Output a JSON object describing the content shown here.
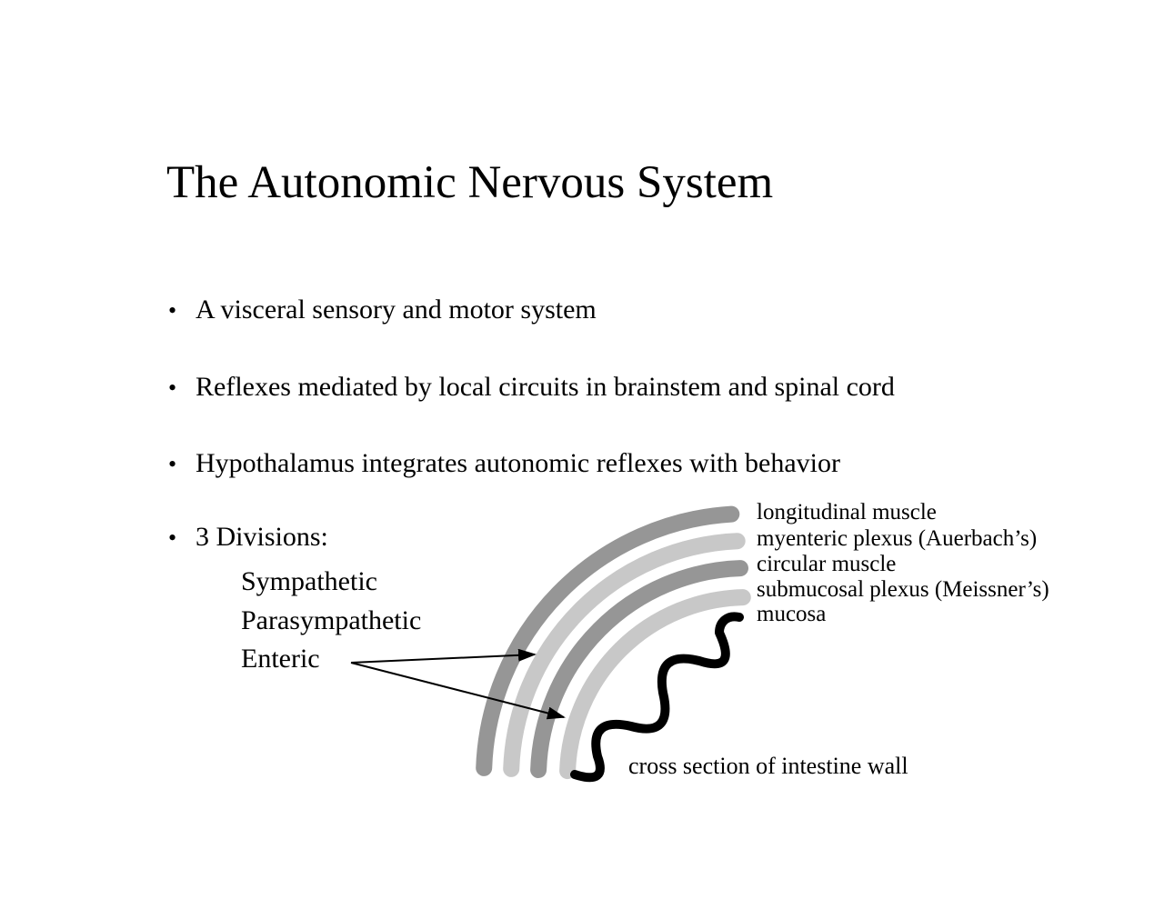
{
  "slide": {
    "title": "The Autonomic Nervous System",
    "bullet_char": "•",
    "bullets": [
      "A visceral sensory and motor system",
      "Reflexes mediated by local circuits in brainstem and spinal cord",
      "Hypothalamus integrates autonomic reflexes with behavior",
      "3 Divisions:"
    ],
    "divisions": [
      "Sympathetic",
      "Parasympathetic",
      "Enteric"
    ],
    "diagram": {
      "layer_labels": [
        "longitudinal muscle",
        "myenteric plexus (Auerbach’s)",
        "circular muscle",
        "submucosal plexus (Meissner’s)",
        "mucosa"
      ],
      "caption": "cross section of intestine wall",
      "colors": {
        "muscle_dark_gray": "#969696",
        "plexus_light_gray": "#c8c8c8",
        "mucosa_black": "#000000",
        "arrow_black": "#000000"
      }
    }
  }
}
